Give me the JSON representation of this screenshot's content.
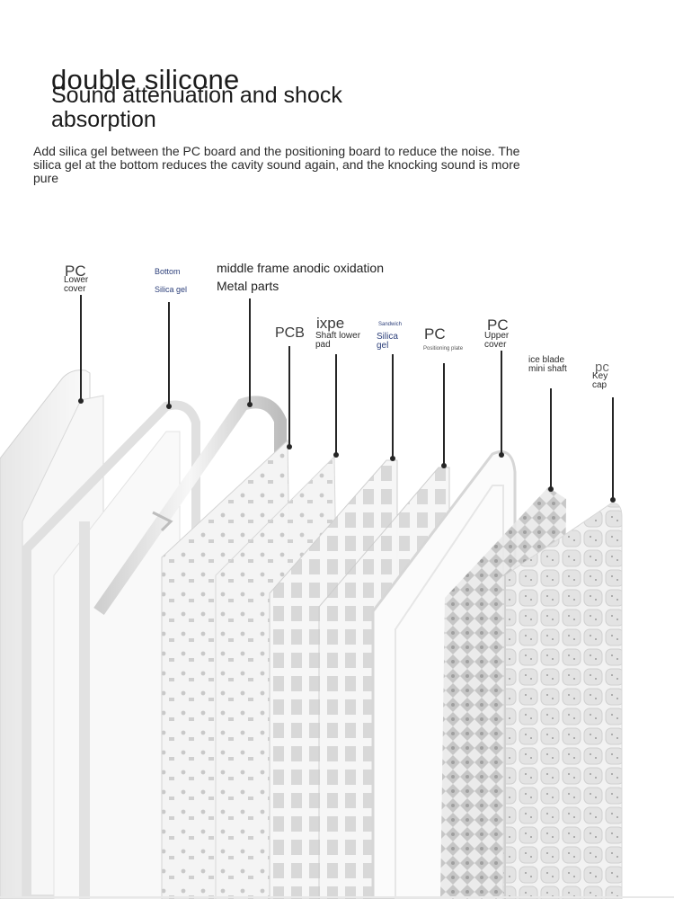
{
  "hero": {
    "title": "double silicone",
    "subtitle": "Sound attenuation and shock absorption",
    "description": "Add silica gel between the PC board and the positioning board to reduce the noise. The silica gel at the bottom reduces the cavity sound again, and the knocking sound is more pure"
  },
  "layers": {
    "pc_lower_title": "PC",
    "pc_lower_desc": "Lower cover",
    "bottom_gel_title": "Bottom",
    "bottom_gel_desc": "Silica gel",
    "middle_frame_title": "middle frame anodic oxidation",
    "middle_frame_desc": "Metal parts",
    "pcb_title": "PCB",
    "ixpe_title": "ixpe",
    "ixpe_desc": "Shaft lower pad",
    "sandwich_title": "Sandwich",
    "sandwich_desc": "Silica gel",
    "plate_title": "PC",
    "plate_desc": "Positioning plate",
    "upper_cover_title": "PC",
    "upper_cover_desc": "Upper cover",
    "switch_desc": "ice blade mini shaft",
    "keycap_title": "pc",
    "keycap_desc": "Key cap"
  },
  "colors": {
    "background": "#ffffff",
    "text": "#1b1b1b",
    "leader_line": "#262626",
    "label_accent": "#2c3f7a",
    "panel_fill": "#f1f1f1",
    "panel_edge": "#c9c9c9"
  }
}
